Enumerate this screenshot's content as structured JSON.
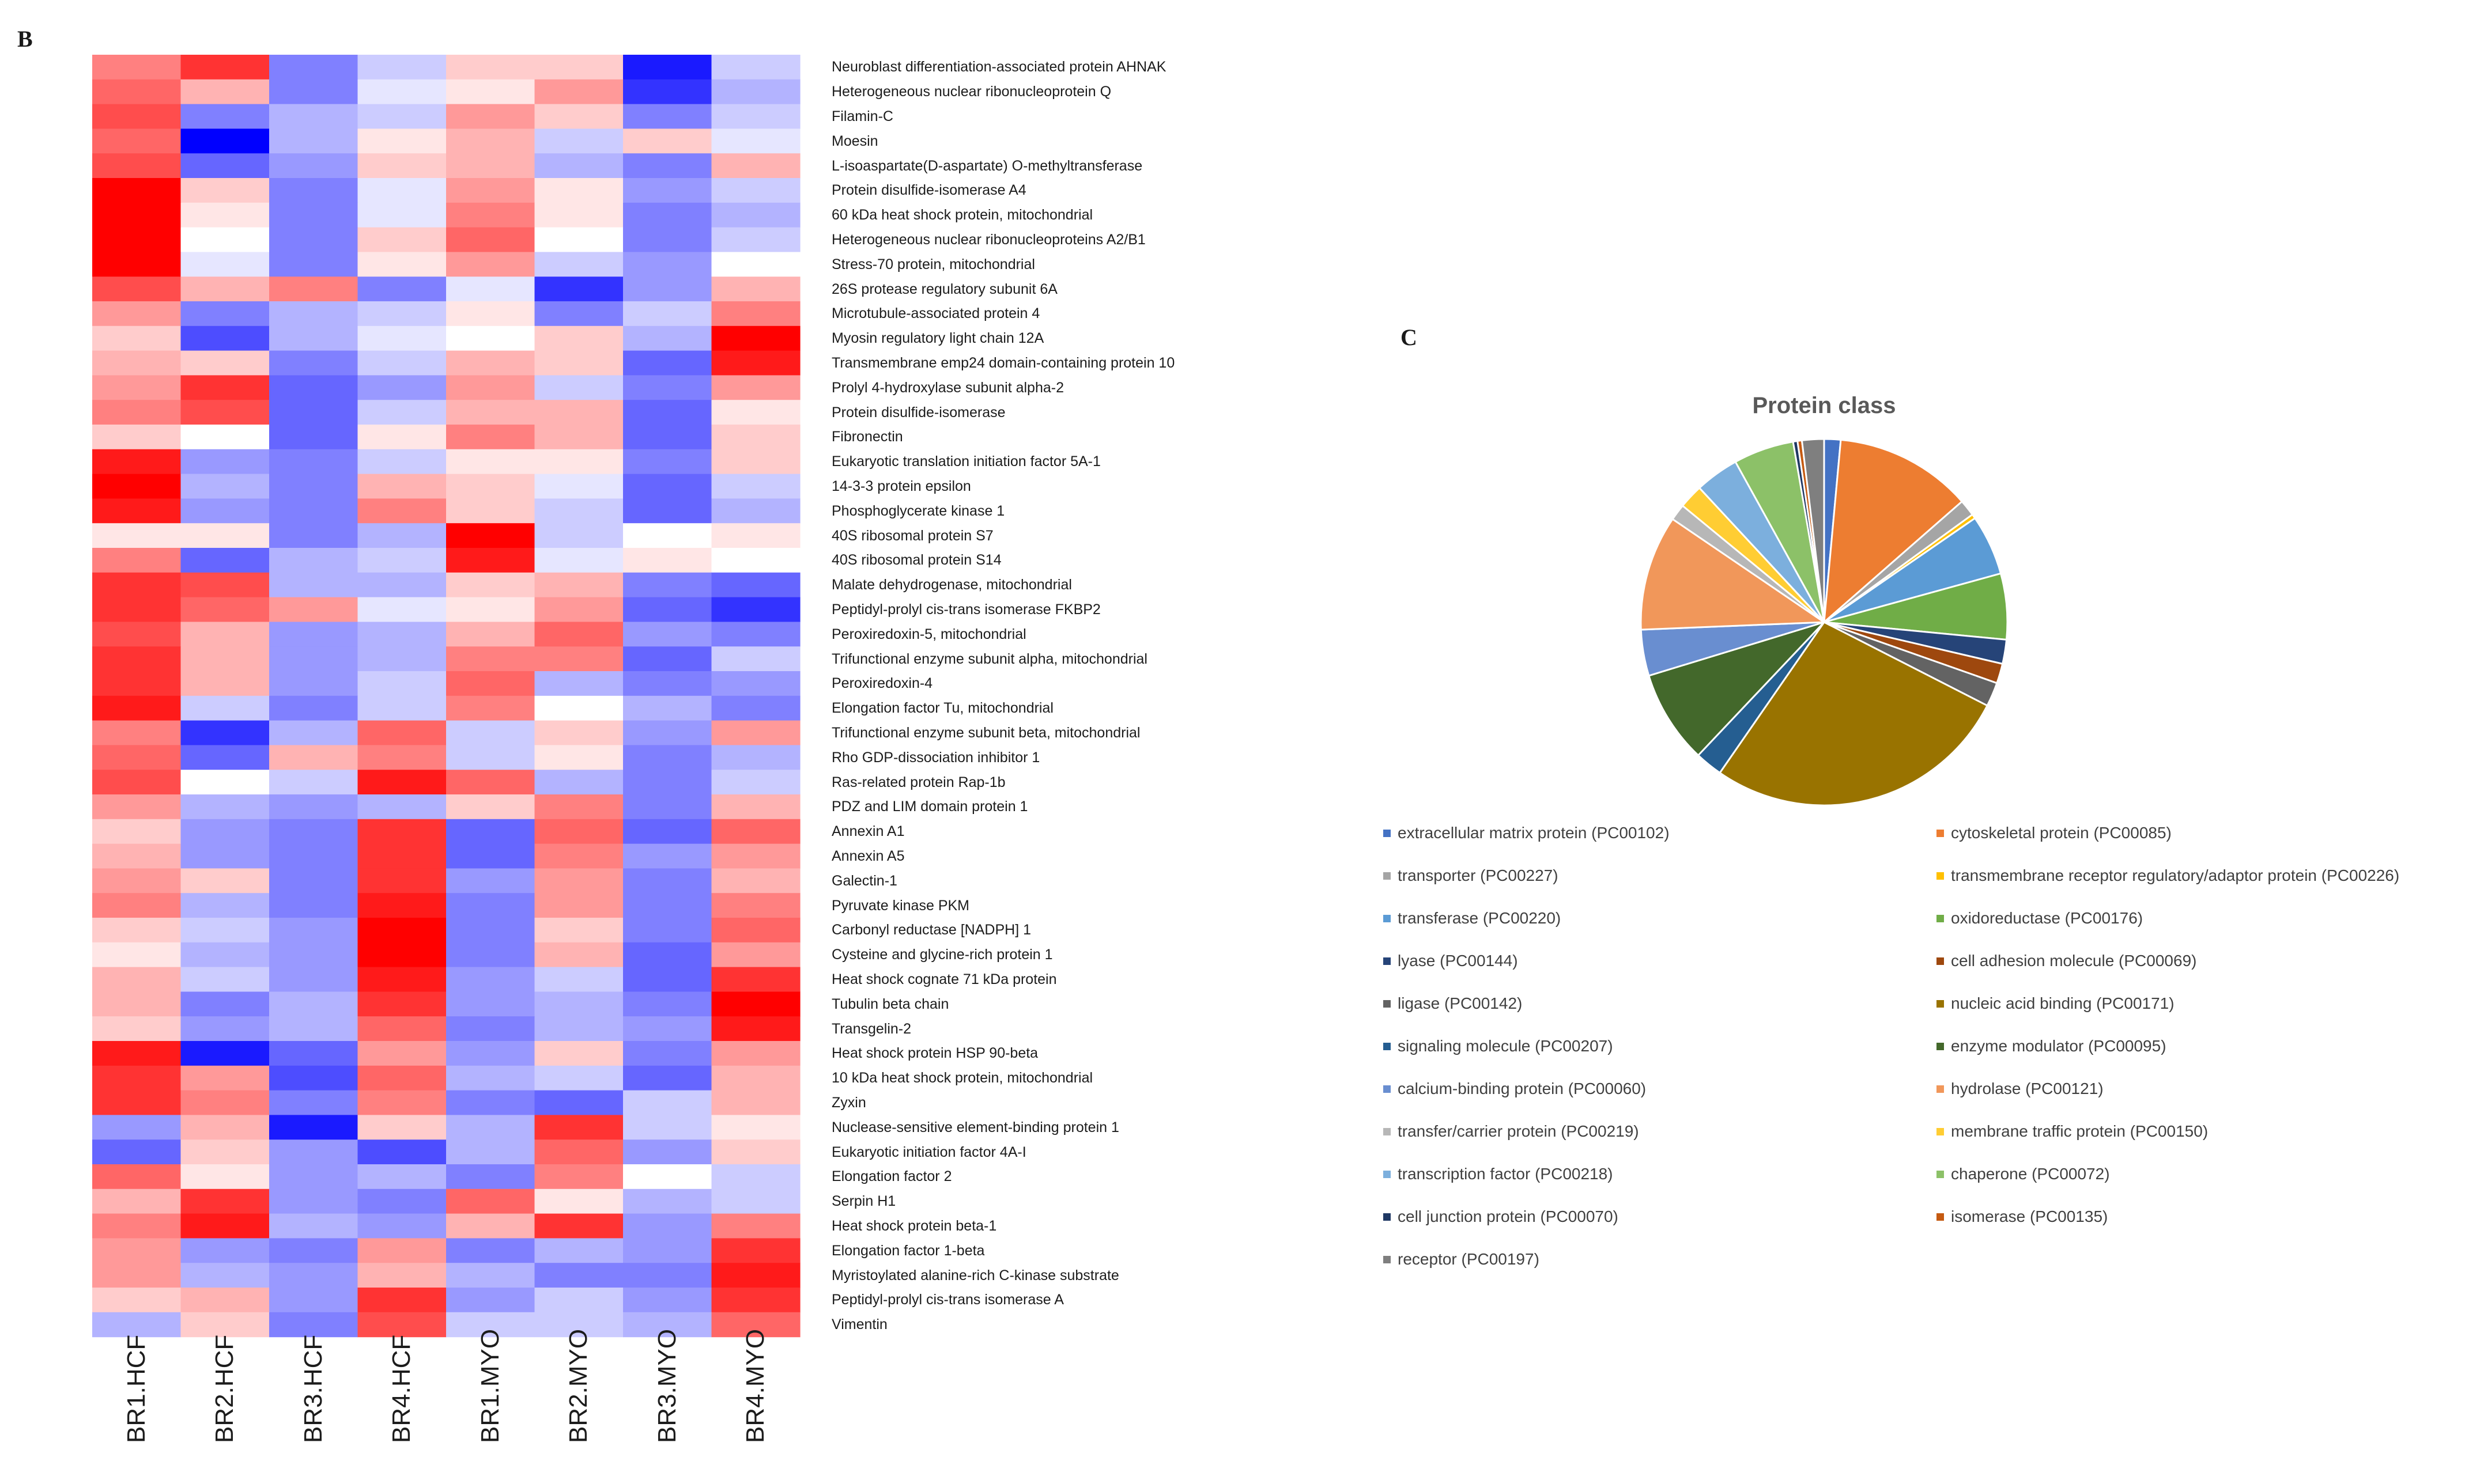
{
  "panel_b_letter": "B",
  "panel_c_letter": "C",
  "chart_data": [
    {
      "type": "heatmap",
      "rows": [
        "Neuroblast differentiation-associated protein AHNAK",
        "Heterogeneous nuclear ribonucleoprotein Q",
        "Filamin-C",
        "Moesin",
        "L-isoaspartate(D-aspartate) O-methyltransferase",
        "Protein disulfide-isomerase A4",
        "60 kDa heat shock protein, mitochondrial",
        "Heterogeneous nuclear ribonucleoproteins A2/B1",
        "Stress-70 protein, mitochondrial",
        "26S protease regulatory subunit 6A",
        "Microtubule-associated protein 4",
        "Myosin regulatory light chain 12A",
        "Transmembrane emp24 domain-containing protein 10",
        "Prolyl 4-hydroxylase subunit alpha-2",
        "Protein disulfide-isomerase",
        "Fibronectin",
        "Eukaryotic translation initiation factor 5A-1",
        "14-3-3 protein epsilon",
        "Phosphoglycerate kinase 1",
        "40S ribosomal protein S7",
        "40S ribosomal protein S14",
        "Malate dehydrogenase, mitochondrial",
        "Peptidyl-prolyl cis-trans isomerase FKBP2",
        "Peroxiredoxin-5, mitochondrial",
        "Trifunctional enzyme subunit alpha, mitochondrial",
        "Peroxiredoxin-4",
        "Elongation factor Tu, mitochondrial",
        "Trifunctional enzyme subunit beta, mitochondrial",
        "Rho GDP-dissociation inhibitor 1",
        "Ras-related protein Rap-1b",
        "PDZ and LIM domain protein 1",
        "Annexin A1",
        "Annexin A5",
        "Galectin-1",
        "Pyruvate kinase PKM",
        "Carbonyl reductase [NADPH] 1",
        "Cysteine and glycine-rich protein 1",
        "Heat shock cognate 71 kDa protein",
        "Tubulin beta chain",
        "Transgelin-2",
        "Heat shock protein HSP 90-beta",
        "10 kDa heat shock protein, mitochondrial",
        "Zyxin",
        "Nuclease-sensitive element-binding protein 1",
        "Eukaryotic initiation factor 4A-I",
        "Elongation factor 2",
        "Serpin H1",
        "Heat shock protein beta-1",
        "Elongation factor 1-beta",
        "Myristoylated alanine-rich C-kinase substrate",
        "Peptidyl-prolyl cis-trans isomerase A",
        "Vimentin"
      ],
      "columns": [
        "BR1.HCF",
        "BR2.HCF",
        "BR3.HCF",
        "BR4.HCF",
        "BR1.MYO",
        "BR2.MYO",
        "BR3.MYO",
        "BR4.MYO"
      ],
      "values": [
        [
          0.5,
          0.8,
          -0.5,
          -0.2,
          0.2,
          0.2,
          -0.9,
          -0.2
        ],
        [
          0.6,
          0.3,
          -0.5,
          -0.1,
          0.1,
          0.4,
          -0.8,
          -0.3
        ],
        [
          0.7,
          -0.5,
          -0.3,
          -0.2,
          0.4,
          0.2,
          -0.5,
          -0.2
        ],
        [
          0.6,
          -1.0,
          -0.3,
          0.1,
          0.3,
          -0.2,
          0.2,
          -0.1
        ],
        [
          0.7,
          -0.6,
          -0.4,
          0.2,
          0.3,
          -0.3,
          -0.5,
          0.3
        ],
        [
          1.0,
          0.2,
          -0.5,
          -0.1,
          0.4,
          0.1,
          -0.4,
          -0.2
        ],
        [
          1.0,
          0.1,
          -0.5,
          -0.1,
          0.5,
          0.1,
          -0.5,
          -0.3
        ],
        [
          1.0,
          0.0,
          -0.5,
          0.2,
          0.6,
          0.0,
          -0.5,
          -0.2
        ],
        [
          1.0,
          -0.1,
          -0.5,
          0.1,
          0.4,
          -0.2,
          -0.4,
          0.0
        ],
        [
          0.7,
          0.3,
          0.5,
          -0.5,
          -0.1,
          -0.8,
          -0.4,
          0.3
        ],
        [
          0.4,
          -0.5,
          -0.3,
          -0.2,
          0.1,
          -0.5,
          -0.2,
          0.5
        ],
        [
          0.2,
          -0.7,
          -0.3,
          -0.1,
          0.0,
          0.2,
          -0.3,
          1.0
        ],
        [
          0.3,
          0.2,
          -0.5,
          -0.2,
          0.3,
          0.2,
          -0.6,
          0.9
        ],
        [
          0.4,
          0.8,
          -0.6,
          -0.4,
          0.4,
          -0.2,
          -0.5,
          0.4
        ],
        [
          0.5,
          0.7,
          -0.6,
          -0.2,
          0.3,
          0.3,
          -0.6,
          0.1
        ],
        [
          0.2,
          0.0,
          -0.6,
          0.1,
          0.5,
          0.3,
          -0.6,
          0.2
        ],
        [
          0.9,
          -0.4,
          -0.5,
          -0.2,
          0.1,
          0.1,
          -0.5,
          0.2
        ],
        [
          1.0,
          -0.3,
          -0.5,
          0.3,
          0.2,
          -0.1,
          -0.6,
          -0.2
        ],
        [
          0.9,
          -0.4,
          -0.5,
          0.5,
          0.2,
          -0.2,
          -0.6,
          -0.3
        ],
        [
          0.1,
          0.1,
          -0.5,
          -0.3,
          1.0,
          -0.2,
          0.0,
          0.1
        ],
        [
          0.5,
          -0.6,
          -0.3,
          -0.2,
          0.9,
          -0.1,
          0.1,
          0.0
        ],
        [
          0.8,
          0.7,
          -0.3,
          -0.3,
          0.2,
          0.3,
          -0.5,
          -0.6
        ],
        [
          0.8,
          0.6,
          0.4,
          -0.1,
          0.1,
          0.4,
          -0.6,
          -0.8
        ],
        [
          0.7,
          0.3,
          -0.4,
          -0.3,
          0.3,
          0.6,
          -0.4,
          -0.5
        ],
        [
          0.8,
          0.3,
          -0.4,
          -0.3,
          0.5,
          0.5,
          -0.6,
          -0.2
        ],
        [
          0.8,
          0.3,
          -0.4,
          -0.2,
          0.6,
          -0.3,
          -0.5,
          -0.4
        ],
        [
          0.9,
          -0.2,
          -0.5,
          -0.2,
          0.5,
          0.0,
          -0.3,
          -0.5
        ],
        [
          0.5,
          -0.8,
          -0.3,
          0.6,
          -0.2,
          0.2,
          -0.4,
          0.4
        ],
        [
          0.6,
          -0.6,
          0.3,
          0.5,
          -0.2,
          0.1,
          -0.5,
          -0.3
        ],
        [
          0.7,
          0.0,
          -0.2,
          0.9,
          0.6,
          -0.3,
          -0.5,
          -0.2
        ],
        [
          0.4,
          -0.3,
          -0.4,
          -0.3,
          0.2,
          0.5,
          -0.5,
          0.3
        ],
        [
          0.2,
          -0.4,
          -0.5,
          0.8,
          -0.6,
          0.6,
          -0.6,
          0.6
        ],
        [
          0.3,
          -0.4,
          -0.5,
          0.8,
          -0.6,
          0.5,
          -0.4,
          0.4
        ],
        [
          0.4,
          0.2,
          -0.5,
          0.8,
          -0.4,
          0.4,
          -0.5,
          0.3
        ],
        [
          0.5,
          -0.3,
          -0.5,
          0.9,
          -0.5,
          0.4,
          -0.5,
          0.5
        ],
        [
          0.2,
          -0.2,
          -0.4,
          1.0,
          -0.5,
          0.2,
          -0.5,
          0.6
        ],
        [
          0.1,
          -0.3,
          -0.4,
          1.0,
          -0.5,
          0.3,
          -0.6,
          0.4
        ],
        [
          0.3,
          -0.2,
          -0.4,
          0.9,
          -0.4,
          -0.2,
          -0.6,
          0.8
        ],
        [
          0.3,
          -0.5,
          -0.3,
          0.8,
          -0.4,
          -0.3,
          -0.5,
          1.0
        ],
        [
          0.2,
          -0.4,
          -0.3,
          0.6,
          -0.5,
          -0.3,
          -0.4,
          0.9
        ],
        [
          0.9,
          -0.9,
          -0.6,
          0.4,
          -0.4,
          0.2,
          -0.5,
          0.4
        ],
        [
          0.8,
          0.4,
          -0.7,
          0.6,
          -0.3,
          -0.2,
          -0.6,
          0.3
        ],
        [
          0.8,
          0.5,
          -0.5,
          0.5,
          -0.5,
          -0.6,
          -0.2,
          0.3
        ],
        [
          -0.4,
          0.3,
          -0.9,
          0.2,
          -0.3,
          0.8,
          -0.2,
          0.1
        ],
        [
          -0.6,
          0.2,
          -0.4,
          -0.7,
          -0.3,
          0.6,
          -0.4,
          0.2
        ],
        [
          0.6,
          0.1,
          -0.4,
          -0.3,
          -0.5,
          0.5,
          0.0,
          -0.2
        ],
        [
          0.3,
          0.8,
          -0.4,
          -0.5,
          0.6,
          0.1,
          -0.3,
          -0.2
        ],
        [
          0.5,
          0.9,
          -0.3,
          -0.4,
          0.3,
          0.8,
          -0.4,
          0.5
        ],
        [
          0.4,
          -0.4,
          -0.5,
          0.4,
          -0.5,
          -0.3,
          -0.4,
          0.8
        ],
        [
          0.4,
          -0.3,
          -0.4,
          0.3,
          -0.3,
          -0.5,
          -0.5,
          0.9
        ],
        [
          0.2,
          0.3,
          -0.4,
          0.8,
          -0.4,
          -0.2,
          -0.4,
          0.8
        ],
        [
          -0.3,
          0.2,
          -0.5,
          0.7,
          -0.2,
          -0.2,
          -0.3,
          0.6
        ]
      ],
      "color_scale": {
        "min": -1,
        "max": 1,
        "low": "#0000ff",
        "mid": "#ffffff",
        "high": "#ff0000"
      }
    },
    {
      "type": "pie",
      "title": "Protein class",
      "labels": [
        "extracellular matrix protein (PC00102)",
        "cytoskeletal protein (PC00085)",
        "transporter (PC00227)",
        "transmembrane receptor regulatory/adaptor protein (PC00226)",
        "transferase (PC00220)",
        "oxidoreductase (PC00176)",
        "lyase (PC00144)",
        "cell adhesion molecule (PC00069)",
        "ligase (PC00142)",
        "nucleic acid binding (PC00171)",
        "signaling molecule (PC00207)",
        "enzyme modulator (PC00095)",
        "calcium-binding protein (PC00060)",
        "hydrolase (PC00121)",
        "transfer/carrier protein (PC00219)",
        "membrane traffic protein (PC00150)",
        "transcription factor (PC00218)",
        "chaperone (PC00072)",
        "cell junction protein (PC00070)",
        "isomerase (PC00135)",
        "receptor (PC00197)"
      ],
      "values": [
        1.5,
        12.5,
        1.5,
        0.4,
        5.5,
        6.0,
        2.2,
        1.8,
        2.2,
        28.0,
        2.5,
        8.5,
        4.2,
        10.5,
        1.5,
        2.2,
        4.0,
        5.5,
        0.4,
        0.4,
        2.0
      ],
      "colors": [
        "#4472c4",
        "#ed7d31",
        "#a5a5a5",
        "#ffc000",
        "#5b9bd5",
        "#70ad47",
        "#264478",
        "#9e480e",
        "#636363",
        "#997300",
        "#255e91",
        "#43682b",
        "#698ed0",
        "#f1975a",
        "#b7b7b7",
        "#ffcd33",
        "#7cafdd",
        "#8cc168",
        "#1f3864",
        "#c55a11",
        "#7f7f7f"
      ]
    }
  ]
}
